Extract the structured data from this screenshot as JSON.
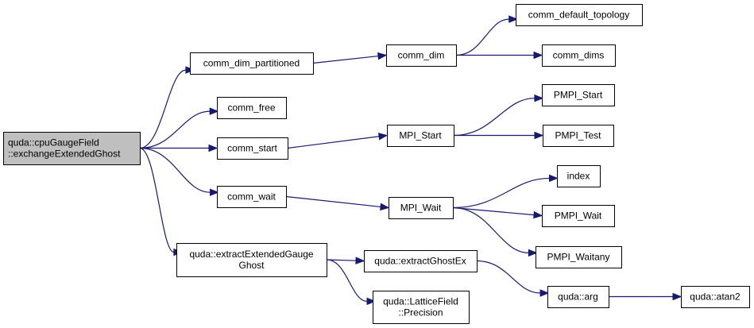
{
  "colors": {
    "edge": "#191970",
    "node_fill": "#ffffff",
    "root_fill": "#bfbfbf",
    "border": "#000000"
  },
  "nodes": [
    {
      "id": "root",
      "lines": [
        "quda::cpuGaugeField",
        "::exchangeExtendedGhost"
      ],
      "root": true
    },
    {
      "id": "comm_dim_partitioned",
      "lines": [
        "comm_dim_partitioned"
      ]
    },
    {
      "id": "comm_free",
      "lines": [
        "comm_free"
      ]
    },
    {
      "id": "comm_start",
      "lines": [
        "comm_start"
      ]
    },
    {
      "id": "comm_wait",
      "lines": [
        "comm_wait"
      ]
    },
    {
      "id": "extractExtendedGaugeGhost",
      "lines": [
        "quda::extractExtendedGauge",
        "Ghost"
      ]
    },
    {
      "id": "comm_dim",
      "lines": [
        "comm_dim"
      ]
    },
    {
      "id": "MPI_Start",
      "lines": [
        "MPI_Start"
      ]
    },
    {
      "id": "MPI_Wait",
      "lines": [
        "MPI_Wait"
      ]
    },
    {
      "id": "extractGhostEx",
      "lines": [
        "quda::extractGhostEx"
      ]
    },
    {
      "id": "Precision",
      "lines": [
        "quda::LatticeField",
        "::Precision"
      ]
    },
    {
      "id": "comm_default_topology",
      "lines": [
        "comm_default_topology"
      ]
    },
    {
      "id": "comm_dims",
      "lines": [
        "comm_dims"
      ]
    },
    {
      "id": "PMPI_Start",
      "lines": [
        "PMPI_Start"
      ]
    },
    {
      "id": "PMPI_Test",
      "lines": [
        "PMPI_Test"
      ]
    },
    {
      "id": "index",
      "lines": [
        "index"
      ]
    },
    {
      "id": "PMPI_Wait",
      "lines": [
        "PMPI_Wait"
      ]
    },
    {
      "id": "PMPI_Waitany",
      "lines": [
        "PMPI_Waitany"
      ]
    },
    {
      "id": "arg",
      "lines": [
        "quda::arg"
      ]
    },
    {
      "id": "atan2",
      "lines": [
        "quda::atan2"
      ]
    }
  ],
  "edges": [
    [
      "root",
      "comm_dim_partitioned"
    ],
    [
      "root",
      "comm_free"
    ],
    [
      "root",
      "comm_start"
    ],
    [
      "root",
      "comm_wait"
    ],
    [
      "root",
      "extractExtendedGaugeGhost"
    ],
    [
      "comm_dim_partitioned",
      "comm_dim"
    ],
    [
      "comm_dim",
      "comm_default_topology"
    ],
    [
      "comm_dim",
      "comm_dims"
    ],
    [
      "comm_start",
      "MPI_Start"
    ],
    [
      "MPI_Start",
      "PMPI_Start"
    ],
    [
      "MPI_Start",
      "PMPI_Test"
    ],
    [
      "comm_wait",
      "MPI_Wait"
    ],
    [
      "MPI_Wait",
      "index"
    ],
    [
      "MPI_Wait",
      "PMPI_Wait"
    ],
    [
      "MPI_Wait",
      "PMPI_Waitany"
    ],
    [
      "extractExtendedGaugeGhost",
      "extractGhostEx"
    ],
    [
      "extractExtendedGaugeGhost",
      "Precision"
    ],
    [
      "extractGhostEx",
      "arg"
    ],
    [
      "arg",
      "atan2"
    ]
  ]
}
